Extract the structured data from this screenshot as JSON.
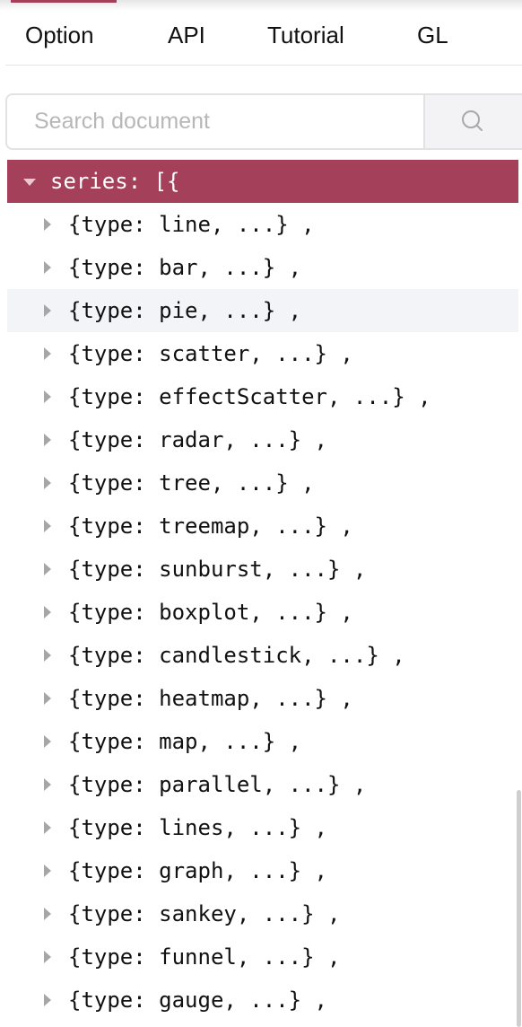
{
  "nav": {
    "tabs": [
      {
        "label": "Option"
      },
      {
        "label": "API"
      },
      {
        "label": "Tutorial"
      },
      {
        "label": "GL"
      }
    ]
  },
  "search": {
    "placeholder": "Search document",
    "button_icon": "search-icon"
  },
  "colors": {
    "accent": "#a5405a",
    "hover_row": "#f3f4f8"
  },
  "tree": {
    "root_label": "series: [{",
    "items": [
      {
        "label": "{type: line, ...} ,"
      },
      {
        "label": "{type: bar, ...} ,"
      },
      {
        "label": "{type: pie, ...} ,"
      },
      {
        "label": "{type: scatter, ...} ,"
      },
      {
        "label": "{type: effectScatter, ...} ,"
      },
      {
        "label": "{type: radar, ...} ,"
      },
      {
        "label": "{type: tree, ...} ,"
      },
      {
        "label": "{type: treemap, ...} ,"
      },
      {
        "label": "{type: sunburst, ...} ,"
      },
      {
        "label": "{type: boxplot, ...} ,"
      },
      {
        "label": "{type: candlestick, ...} ,"
      },
      {
        "label": "{type: heatmap, ...} ,"
      },
      {
        "label": "{type: map, ...} ,"
      },
      {
        "label": "{type: parallel, ...} ,"
      },
      {
        "label": "{type: lines, ...} ,"
      },
      {
        "label": "{type: graph, ...} ,"
      },
      {
        "label": "{type: sankey, ...} ,"
      },
      {
        "label": "{type: funnel, ...} ,"
      },
      {
        "label": "{type: gauge, ...} ,"
      }
    ]
  }
}
